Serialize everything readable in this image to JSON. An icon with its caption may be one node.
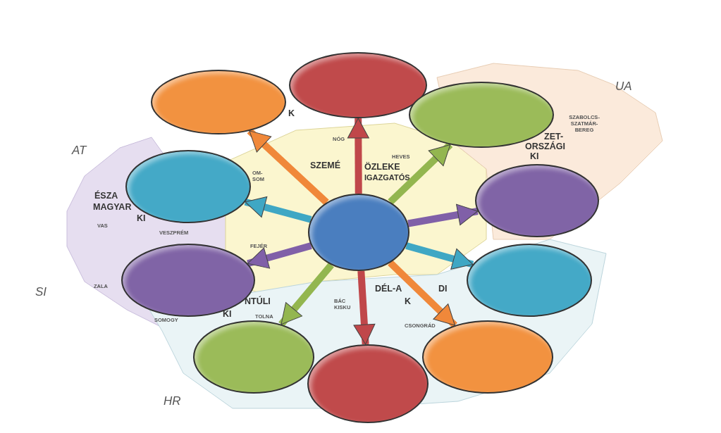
{
  "diagram": {
    "nodes": [
      {
        "text": [],
        "shape": "ellipse"
      },
      {
        "text": [],
        "shape": "ellipse"
      },
      {
        "text": [],
        "shape": "ellipse"
      },
      {
        "text": [],
        "shape": "ellipse"
      },
      {
        "text": [],
        "shape": "ellipse"
      },
      {
        "text": [],
        "shape": "ellipse"
      },
      {
        "text": [],
        "shape": "ellipse"
      },
      {
        "text": [],
        "shape": "ellipse"
      },
      {
        "text": [],
        "shape": "ellipse"
      },
      {
        "text": [],
        "shape": "ellipse"
      },
      {
        "text": [],
        "shape": "ellipse"
      }
    ],
    "edges": [
      {
        "from": 5,
        "to": 0,
        "arrow": "to",
        "color": "#f0883a"
      },
      {
        "from": 5,
        "to": 1,
        "arrow": "to",
        "color": "#c0474a"
      },
      {
        "from": 5,
        "to": 2,
        "arrow": "to",
        "color": "#93b64f"
      },
      {
        "from": 5,
        "to": 3,
        "arrow": "to",
        "color": "#3fa7c4"
      },
      {
        "from": 5,
        "to": 4,
        "arrow": "to",
        "color": "#8060a8"
      },
      {
        "from": 5,
        "to": 6,
        "arrow": "to",
        "color": "#8060a8"
      },
      {
        "from": 5,
        "to": 7,
        "arrow": "to",
        "color": "#3fa7c4"
      },
      {
        "from": 5,
        "to": 8,
        "arrow": "to",
        "color": "#93b64f"
      },
      {
        "from": 5,
        "to": 9,
        "arrow": "to",
        "color": "#f0883a"
      },
      {
        "from": 5,
        "to": 10,
        "arrow": "to",
        "color": "#c0474a"
      }
    ],
    "labels": [
      "UA",
      "K",
      "SZABOLCS- SZATMÁR- BEREG",
      "AT",
      "NÓG",
      "ZET-",
      "ORSZÁGI",
      "HEVES",
      "KI",
      "OM- SOM",
      "SZEMÉ",
      "ÖZLEKE",
      "IGAZGATÓS",
      "ÉSZA",
      "MAGYAR",
      "KI",
      "VAS",
      "VESZPRÉM",
      "FEJÉR",
      "ZALA",
      "SI",
      "NTÚLI",
      "KI",
      "TOLNA",
      "SOMOGY",
      "DÉL-A",
      "DI",
      "BÁC KISKU",
      "K",
      "CSONGRÁD",
      "HR"
    ]
  }
}
